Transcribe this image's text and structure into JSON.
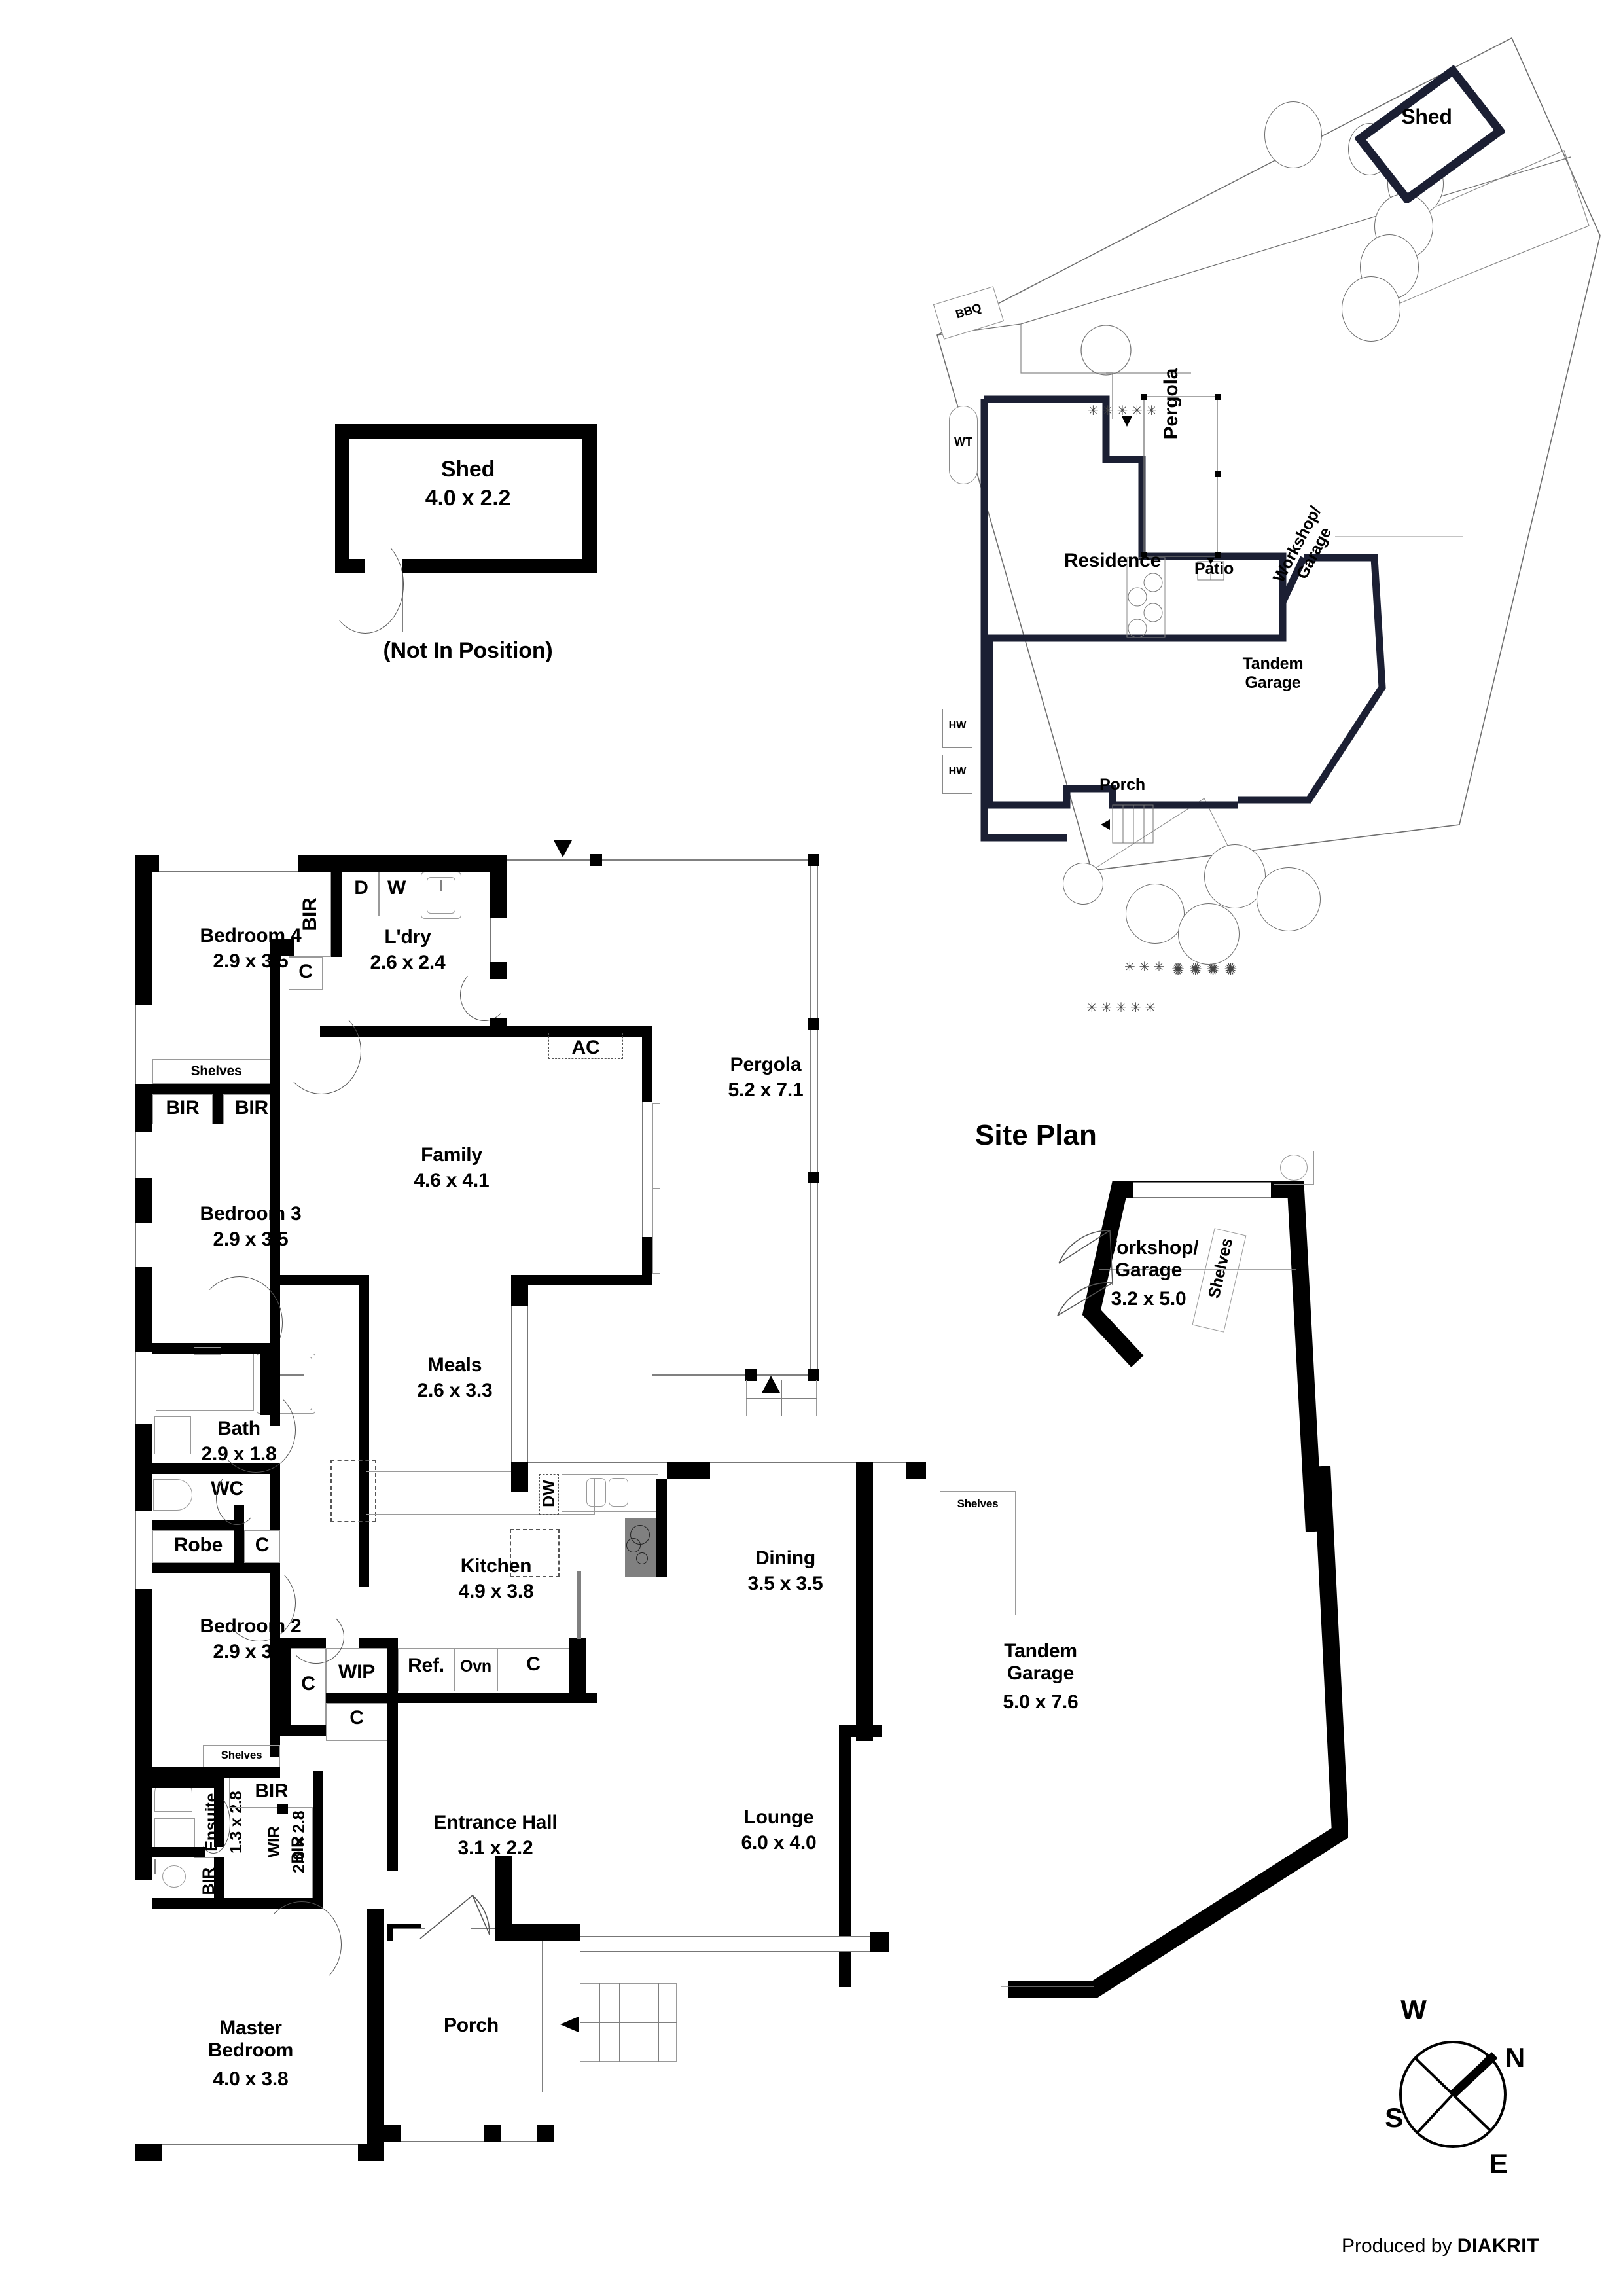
{
  "document": {
    "type": "real-estate-floorplan",
    "producer_text": "Produced by ",
    "producer_brand": "DIAKRIT"
  },
  "detached_shed": {
    "label": "Shed",
    "dimensions": "4.0 x 2.2",
    "note": "(Not In Position)"
  },
  "site_plan": {
    "title": "Site Plan",
    "labels": {
      "shed": "Shed",
      "bbq": "BBQ",
      "wt": "WT",
      "hw_upper": "HW",
      "hw_lower": "HW",
      "residence": "Residence",
      "pergola": "Pergola",
      "patio": "Patio",
      "workshop_garage": "Workshop/\nGarage",
      "tandem_garage": "Tandem\nGarage",
      "porch": "Porch"
    }
  },
  "floor_plan": {
    "rooms": [
      {
        "name": "Bedroom 4",
        "dimensions": "2.9 x 3.5"
      },
      {
        "name": "L'dry",
        "dimensions": "2.6 x 2.4"
      },
      {
        "name": "Pergola",
        "dimensions": "5.2 x 7.1"
      },
      {
        "name": "Family",
        "dimensions": "4.6 x 4.1"
      },
      {
        "name": "Bedroom 3",
        "dimensions": "2.9 x 3.5"
      },
      {
        "name": "Meals",
        "dimensions": "2.6 x 3.3"
      },
      {
        "name": "Bath",
        "dimensions": "2.9 x 1.8"
      },
      {
        "name": "Kitchen",
        "dimensions": "4.9 x 3.8"
      },
      {
        "name": "Dining",
        "dimensions": "3.5 x 3.5"
      },
      {
        "name": "Bedroom 2",
        "dimensions": "2.9 x 3.4"
      },
      {
        "name": "Workshop/\nGarage",
        "dimensions": "3.2 x 5.0"
      },
      {
        "name": "Tandem\nGarage",
        "dimensions": "5.0 x 7.6"
      },
      {
        "name": "Ensuite",
        "dimensions": "1.3 x 2.8"
      },
      {
        "name": "WIR",
        "dimensions": "2.0 x 2.8"
      },
      {
        "name": "Entrance Hall",
        "dimensions": "3.1 x 2.2"
      },
      {
        "name": "Lounge",
        "dimensions": "6.0 x 4.0"
      },
      {
        "name": "Master\nBedroom",
        "dimensions": "4.0 x 3.8"
      },
      {
        "name": "Porch",
        "dimensions": ""
      }
    ],
    "fixtures": {
      "bir_ldry": "BIR",
      "closet_ldry": "C",
      "dryer": "D",
      "washer": "W",
      "shelves_bed4": "Shelves",
      "bir_bed3_left": "BIR",
      "bir_bed3_right": "BIR",
      "ac": "AC",
      "wc": "WC",
      "robe": "Robe",
      "closet_hall_upper": "C",
      "dishwasher": "DW",
      "wip": "WIP",
      "fridge": "Ref.",
      "oven": "Ovn",
      "closet_kitchen": "C",
      "closet_hall_left": "C",
      "closet_hall_mid": "C",
      "shelves_bed2": "Shelves",
      "bir_wir_top": "BIR",
      "bir_wir_right": "BIR",
      "bir_ensuite": "BIR",
      "shelves_workshop": "Shelves",
      "shelves_garage": "Shelves"
    }
  },
  "compass": {
    "north": "N",
    "south": "S",
    "east": "E",
    "west": "W"
  },
  "colors": {
    "wall": "#000000",
    "site_wall": "#1b1f33",
    "line": "#808080",
    "background": "#ffffff"
  }
}
